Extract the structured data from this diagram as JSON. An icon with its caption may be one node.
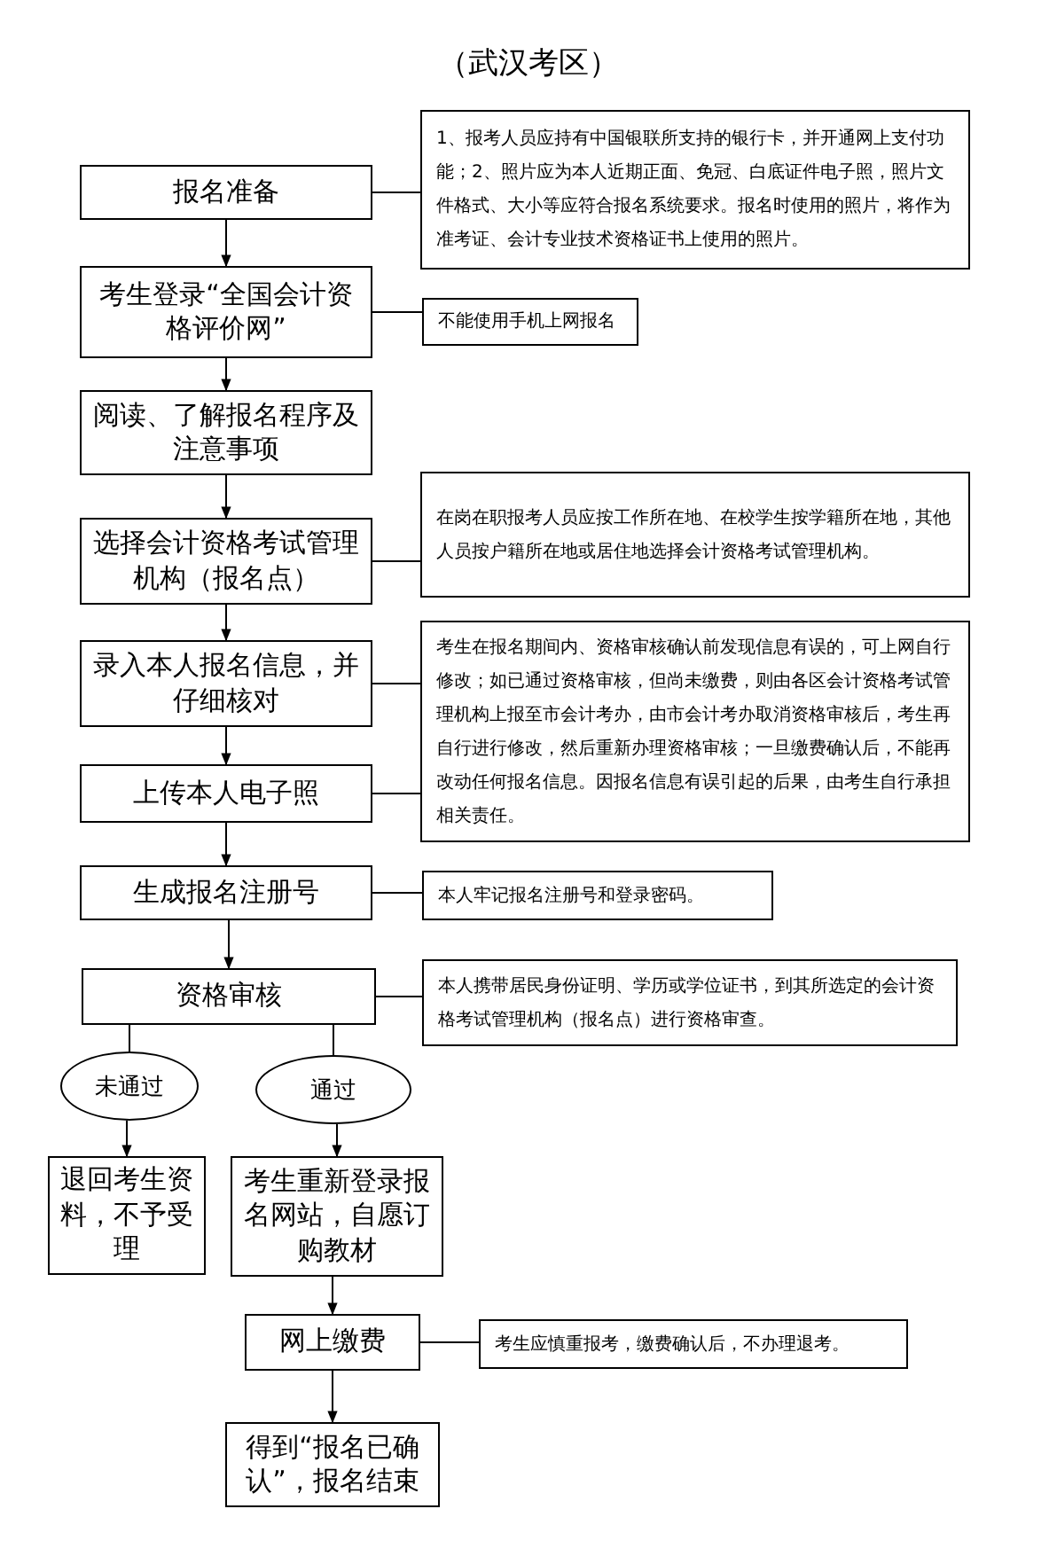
{
  "diagram": {
    "title": "（武汉考区）",
    "nodes": [
      {
        "text": [
          "报名准备"
        ]
      },
      {
        "text": [
          "1、报考人员应持有中国银联所支持的银行卡，并开通网上支付功能；2、照片应为本人近期正面、免冠、白底证件电子照，照片文件格式、大小等应符合报名系统要求。报名时使用的照片，将作为准考证、会计专业技术资格证书上使用的照片。"
        ]
      },
      {
        "text": [
          "考生登录“全国会计资格评价网”"
        ]
      },
      {
        "text": [
          "不能使用手机上网报名"
        ]
      },
      {
        "text": [
          "阅读、了解报名程序及注意事项"
        ]
      },
      {
        "text": [
          "选择会计资格考试管理机构（报名点）"
        ]
      },
      {
        "text": [
          "在岗在职报考人员应按工作所在地、在校学生按学籍所在地，其他人员按户籍所在地或居住地选择会计资格考试管理机构。"
        ]
      },
      {
        "text": [
          "录入本人报名信息，并仔细核对"
        ]
      },
      {
        "text": [
          "考生在报名期间内、资格审核确认前发现信息有误的，可上网自行修改；如已通过资格审核，但尚未缴费，则由各区会计资格考试管理机构上报至市会计考办，由市会计考办取消资格审核后，考生再自行进行修改，然后重新办理资格审核；一旦缴费确认后，不能再改动任何报名信息。因报名信息有误引起的后果，由考生自行承担相关责任。"
        ]
      },
      {
        "text": [
          "上传本人电子照"
        ]
      },
      {
        "text": [
          "生成报名注册号"
        ]
      },
      {
        "text": [
          "本人牢记报名注册号和登录密码。"
        ]
      },
      {
        "text": [
          "资格审核"
        ]
      },
      {
        "text": [
          "本人携带居民身份证明、学历或学位证书，到其所选定的会计资格考试管理机构（报名点）进行资格审查。"
        ]
      },
      {
        "text": [
          "未通过"
        ]
      },
      {
        "text": [
          "通过"
        ]
      },
      {
        "text": [
          "退回考生资料，不予受理"
        ]
      },
      {
        "text": [
          "考生重新登录报名网站，自愿订购教材"
        ]
      },
      {
        "text": [
          "网上缴费"
        ]
      },
      {
        "text": [
          "考生应慎重报考，缴费确认后，不办理退考。"
        ]
      },
      {
        "text": [
          "得到“报名已确认”，报名结束"
        ]
      }
    ],
    "edges": [
      {
        "from": 0,
        "to": 2,
        "arrow": "to"
      },
      {
        "from": 2,
        "to": 4,
        "arrow": "to"
      },
      {
        "from": 4,
        "to": 5,
        "arrow": "to"
      },
      {
        "from": 5,
        "to": 7,
        "arrow": "to"
      },
      {
        "from": 7,
        "to": 9,
        "arrow": "to"
      },
      {
        "from": 9,
        "to": 10,
        "arrow": "to"
      },
      {
        "from": 10,
        "to": 12,
        "arrow": "to"
      },
      {
        "from": 12,
        "to": 14,
        "arrow": "none"
      },
      {
        "from": 12,
        "to": 15,
        "arrow": "none"
      },
      {
        "from": 14,
        "to": 16,
        "arrow": "to"
      },
      {
        "from": 15,
        "to": 17,
        "arrow": "to"
      },
      {
        "from": 17,
        "to": 18,
        "arrow": "to"
      },
      {
        "from": 18,
        "to": 20,
        "arrow": "to"
      },
      {
        "from": 0,
        "to": 1,
        "arrow": "none"
      },
      {
        "from": 2,
        "to": 3,
        "arrow": "none"
      },
      {
        "from": 5,
        "to": 6,
        "arrow": "none"
      },
      {
        "from": 7,
        "to": 8,
        "arrow": "none"
      },
      {
        "from": 9,
        "to": 8,
        "arrow": "none"
      },
      {
        "from": 10,
        "to": 11,
        "arrow": "none"
      },
      {
        "from": 12,
        "to": 13,
        "arrow": "none"
      },
      {
        "from": 18,
        "to": 19,
        "arrow": "none"
      }
    ]
  }
}
